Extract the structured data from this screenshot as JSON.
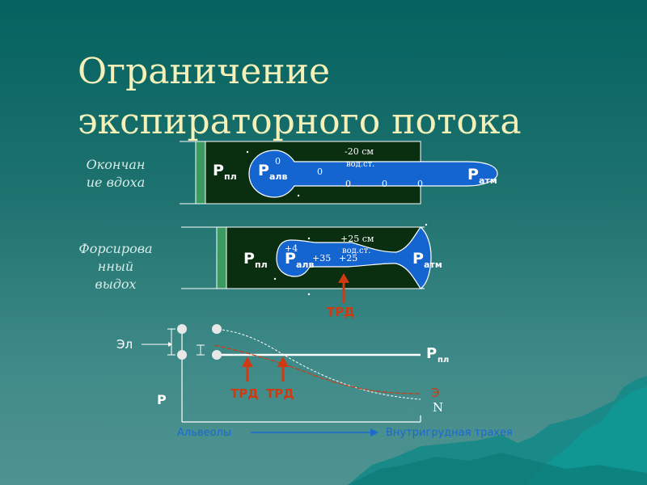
{
  "title": {
    "line1": "Ограничение",
    "line2": "экспираторного потока"
  },
  "panels": {
    "inspiration": {
      "label_line1": "Окончан",
      "label_line2": "ие вдоха",
      "p_pl": "P",
      "p_pl_sub": "пл",
      "p_alv": "P",
      "p_alv_sub": "алв",
      "p_atm": "P",
      "p_atm_sub": "атм",
      "pressure_text": "-20 см",
      "pressure_unit": "вод.ст.",
      "alv_value": "0",
      "airway_values": [
        "0",
        "0",
        "0",
        "0"
      ]
    },
    "forced_expiration": {
      "label_line1": "Форсирова",
      "label_line2": "нный",
      "label_line3": "выдох",
      "p_pl": "P",
      "p_pl_sub": "пл",
      "p_alv": "P",
      "p_alv_sub": "алв",
      "p_atm": "P",
      "p_atm_sub": "атм",
      "pressure_text": "+25 см",
      "pressure_unit": "вод.ст.",
      "alv_value": "+4",
      "airway_values": [
        "+35",
        "+25"
      ],
      "trd_label": "ТРД"
    }
  },
  "graph": {
    "el_label": "Эл",
    "p_label": "P",
    "p_pl": "P",
    "p_pl_sub": "пл",
    "trd_labels": [
      "ТРД",
      "ТРД"
    ],
    "curve_e": "Э",
    "curve_n": "N",
    "x_start": "Альвеолы",
    "x_end": "Внутригрудная трахея"
  },
  "colors": {
    "title": "#f4f0b8",
    "box": "#0a2e10",
    "airway": "#1565d0",
    "trd": "#d03a10",
    "axis_blue": "#1a6ad0"
  }
}
